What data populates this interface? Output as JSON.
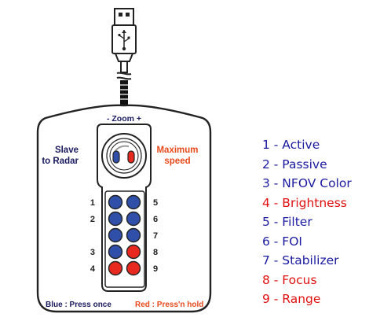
{
  "device": {
    "zoom_label": "- Zoom +",
    "left_label_line1": "Slave",
    "left_label_line2": "to Radar",
    "right_label_line1": "Maximum",
    "right_label_line2": "speed",
    "row_numbers_left": [
      "1",
      "2",
      "3",
      "4"
    ],
    "row_numbers_right": [
      "5",
      "6",
      "7",
      "8",
      "9"
    ],
    "button_rows": [
      [
        "blue",
        "blue"
      ],
      [
        "blue",
        "blue"
      ],
      [
        "blue",
        "blue"
      ],
      [
        "blue",
        "red"
      ],
      [
        "red",
        "red"
      ]
    ],
    "footer_blue": "Blue : Press once",
    "footer_red": "Red : Press'n hold"
  },
  "legend": [
    {
      "text": "1 - Active",
      "color": "blue"
    },
    {
      "text": "2 - Passive",
      "color": "blue"
    },
    {
      "text": "3 - NFOV Color",
      "color": "blue"
    },
    {
      "text": "4 - Brightness",
      "color": "red"
    },
    {
      "text": "5 - Filter",
      "color": "blue"
    },
    {
      "text": "6 - FOI",
      "color": "blue"
    },
    {
      "text": "7 - Stabilizer",
      "color": "blue"
    },
    {
      "text": "8 - Focus",
      "color": "red"
    },
    {
      "text": "9 - Range",
      "color": "red"
    }
  ],
  "colors": {
    "blue": "#1a1aa0",
    "red": "#e01010",
    "button_blue": "#2f4fa8",
    "button_red": "#e8291f",
    "outline": "#222222"
  }
}
